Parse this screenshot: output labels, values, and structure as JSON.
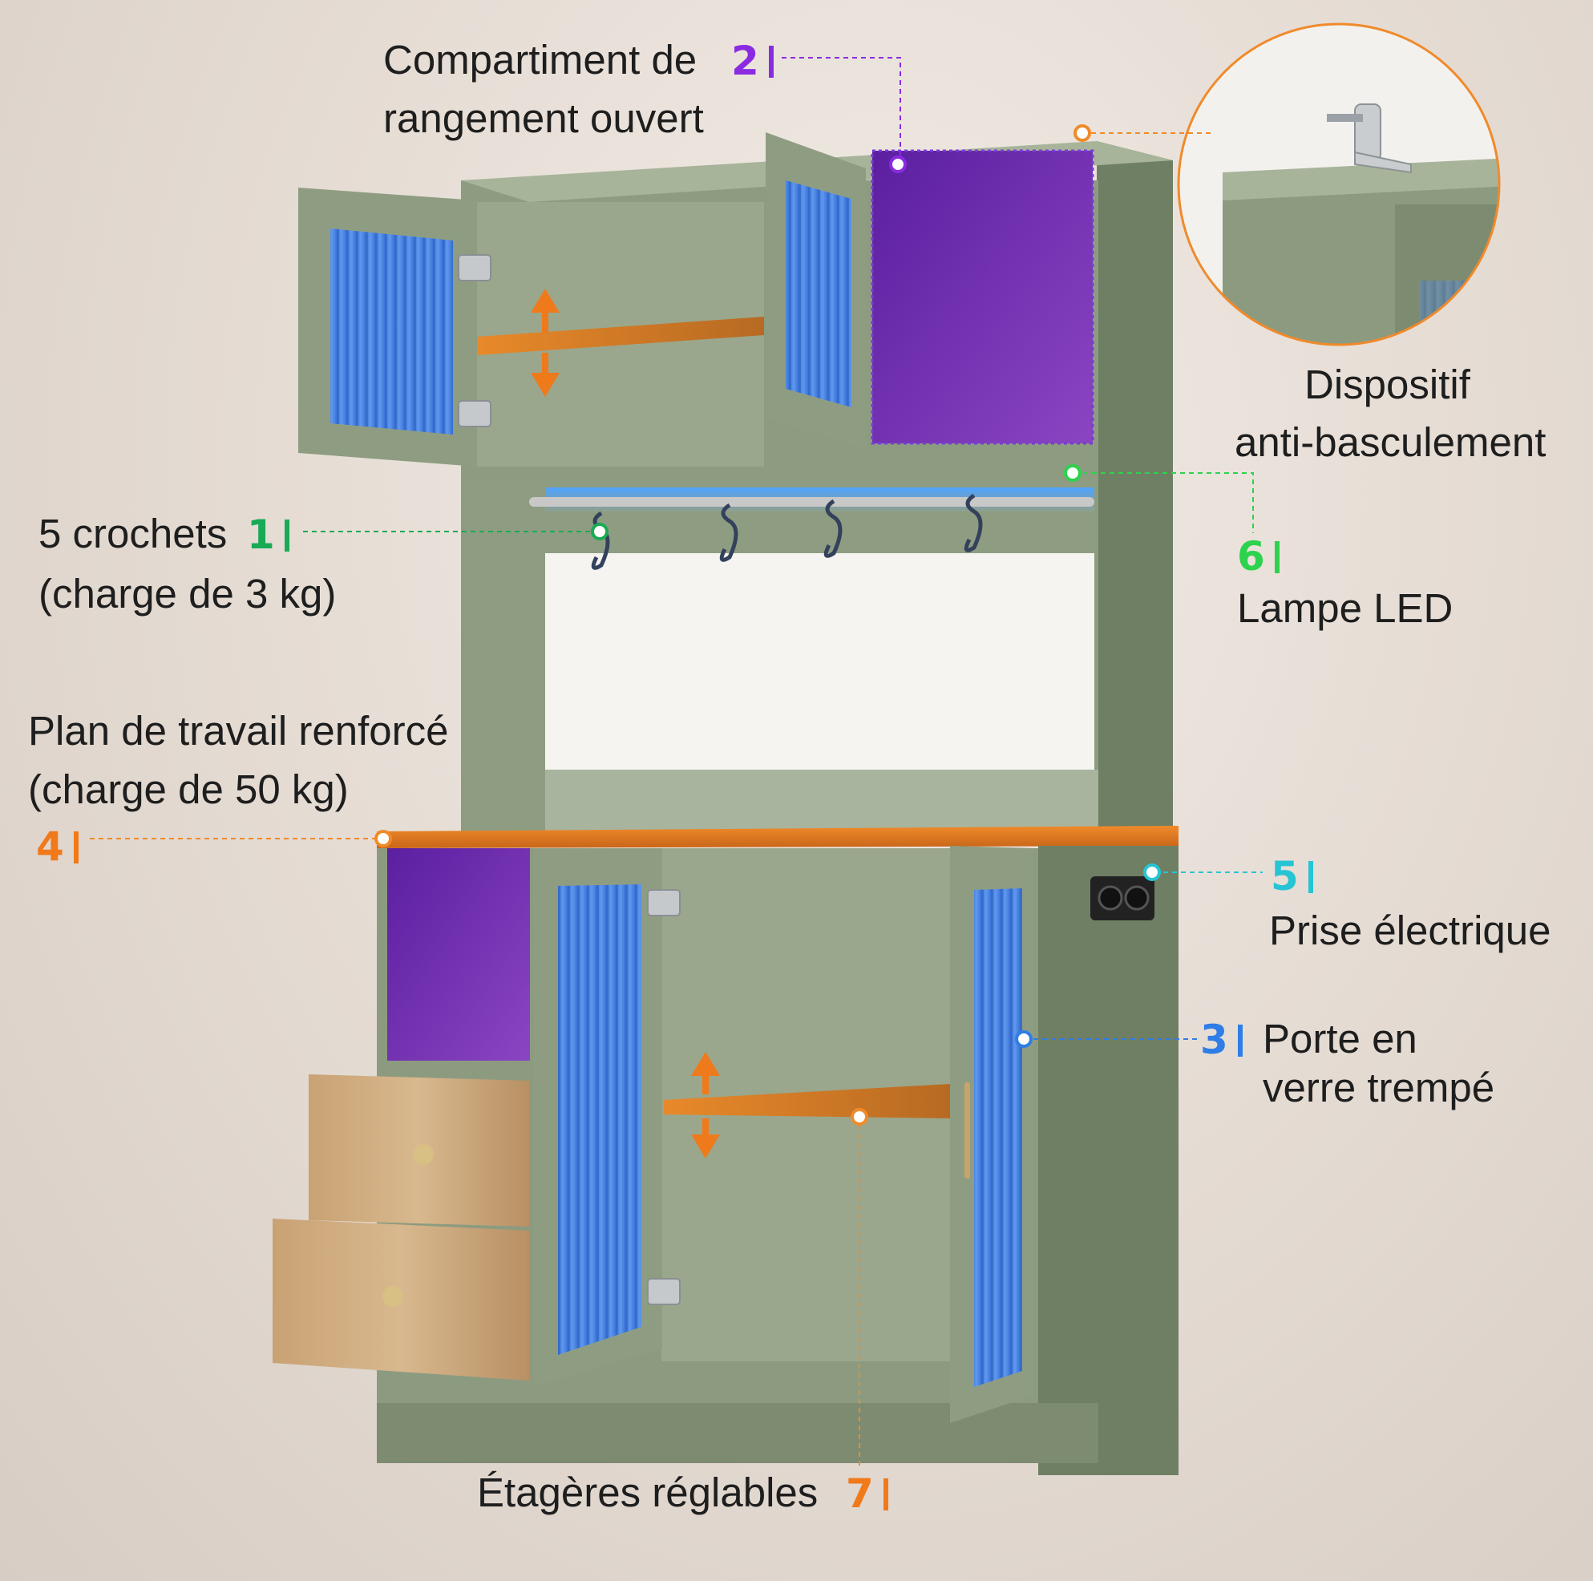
{
  "colors": {
    "purple": "#8a2be2",
    "green": "#22c55e",
    "blue": "#2f7de6",
    "orange": "#f07a1a",
    "cyan": "#27c4d4",
    "cabinet": "#8b9a7e",
    "glass": "#3f7fde",
    "wood": "#c9a578"
  },
  "features": {
    "f1": {
      "num": "1",
      "line1": "5 crochets",
      "line2": "(charge de 3 kg)"
    },
    "f2": {
      "num": "2",
      "line1": "Compartiment de",
      "line2": "rangement ouvert"
    },
    "f3": {
      "num": "3",
      "line1": "Porte en",
      "line2": "verre trempé"
    },
    "f4": {
      "num": "4",
      "line1": "Plan de travail renforcé",
      "line2": "(charge de 50 kg)"
    },
    "f5": {
      "num": "5",
      "line1": "Prise électrique"
    },
    "f6": {
      "num": "6",
      "line1": "Lampe LED"
    },
    "f7": {
      "num": "7",
      "line1": "Étagères réglables"
    },
    "anti_tip": {
      "line1": "Dispositif",
      "line2": "anti-basculement"
    }
  },
  "icons": {
    "shelf_arrow": "double-vertical-arrow-icon",
    "hook": "s-hook-icon",
    "screw": "screw-icon",
    "socket": "power-socket-icon"
  }
}
